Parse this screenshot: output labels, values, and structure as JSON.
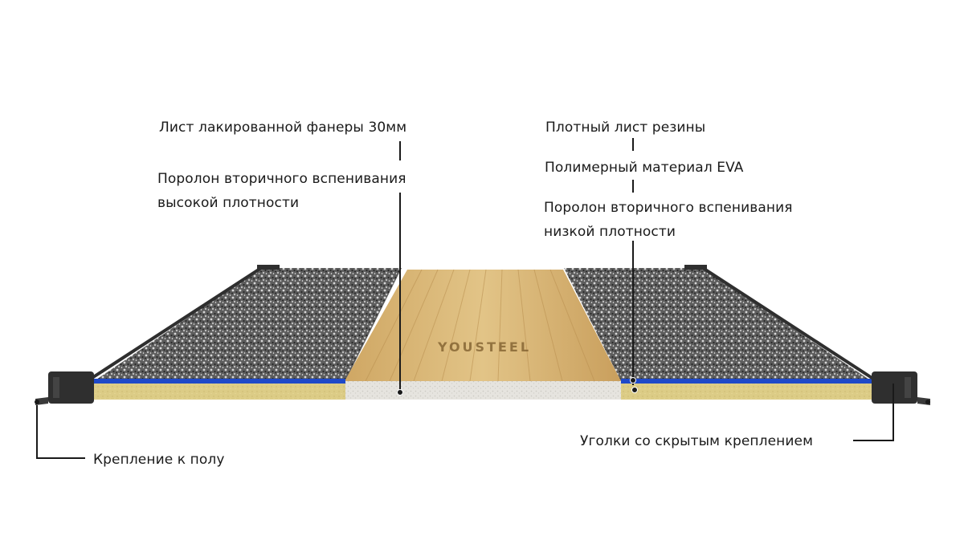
{
  "labels": {
    "plywood": "Лист лакированной фанеры 30мм",
    "foam_high_line1": "Поролон вторичного вспенивания",
    "foam_high_line2": "высокой плотности",
    "rubber": "Плотный лист резины",
    "eva": "Полимерный материал EVA",
    "foam_low_line1": "Поролон вторичного вспенивания",
    "foam_low_line2": "низкой плотности",
    "floor_mount": "Крепление к полу",
    "hidden_corners": "Уголки со скрытым креплением"
  },
  "brand": {
    "name": "YOUSTEEL"
  },
  "colors": {
    "rubber": "#6f6f6f",
    "wood": "#d9b874",
    "eva": "#1f49c8",
    "foam_yellow": "#dccc86",
    "foam_white": "#e6e4df",
    "frame": "#2f2f2f",
    "leader": "#1a1a1a"
  }
}
